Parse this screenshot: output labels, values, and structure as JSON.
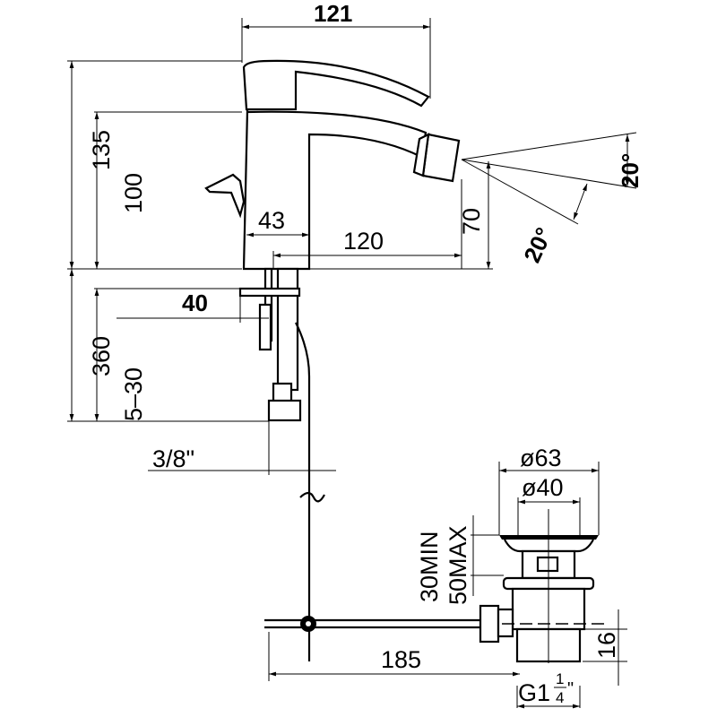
{
  "drawing": {
    "title": "Bidet mixer technical drawing",
    "dimensions": {
      "overall_length": "121",
      "total_height": "135",
      "spout_height": "100",
      "body_width": "43",
      "spout_reach": "120",
      "nozzle_height": "70",
      "angle_top": "20°",
      "angle_bottom": "20°",
      "hose_length": "360",
      "deck_thickness": "5–30",
      "fixing_width": "40",
      "connection": "3/8\"",
      "waste_outer_diameter": "ø63",
      "waste_inner_diameter": "ø40",
      "thickness_min": "30MIN",
      "thickness_max": "50MAX",
      "rod_length": "185",
      "thread_height": "16",
      "thread_size": "G1",
      "thread_fraction_num": "1",
      "thread_fraction_den": "4",
      "thread_inch": "\""
    }
  }
}
